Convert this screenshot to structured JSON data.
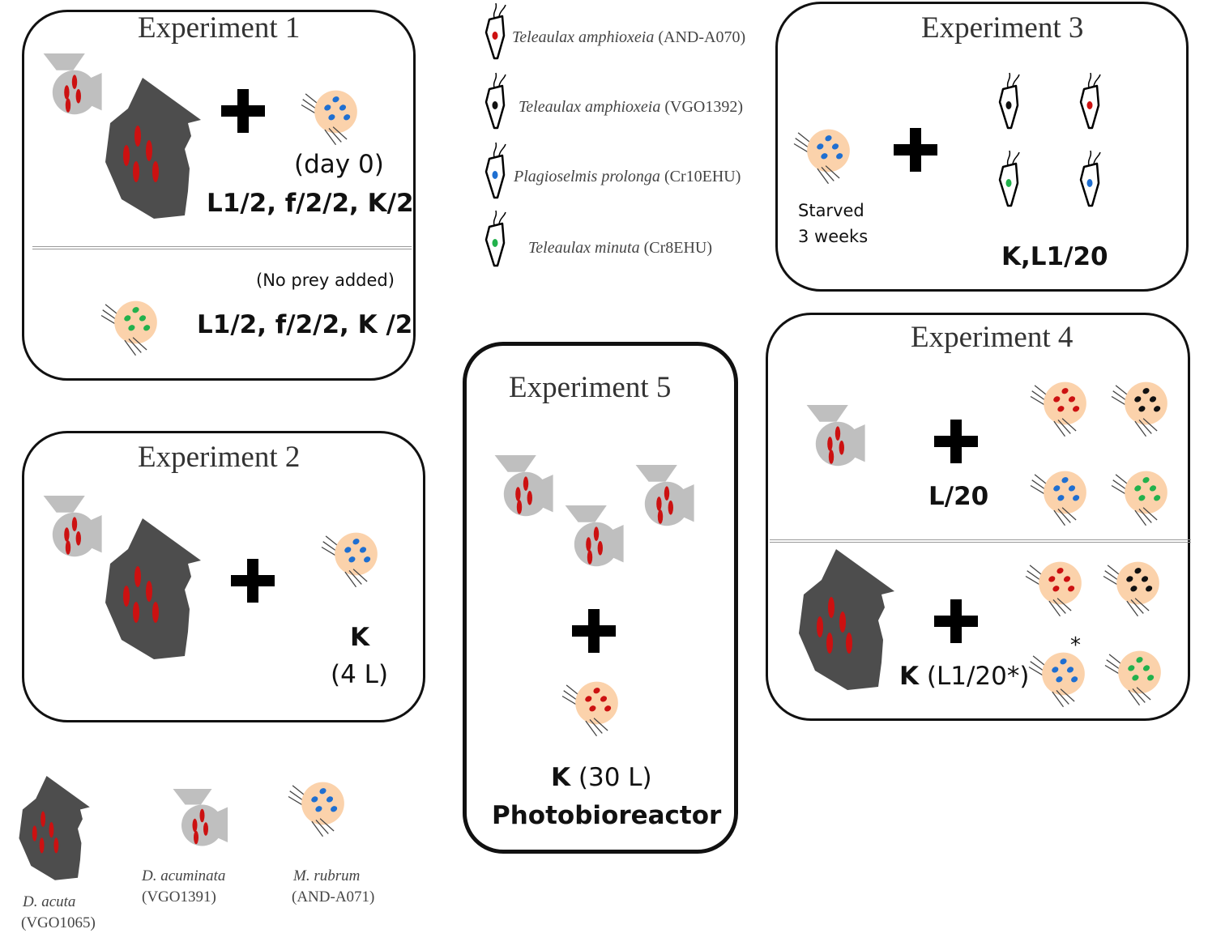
{
  "colors": {
    "d_acuta_body": "#4d4d4d",
    "d_acuminata_body": "#bfbfbf",
    "m_rubrum_body": "#fbd2ab",
    "plastid_red": "#cc1111",
    "plastid_blue": "#1f6fd1",
    "plastid_green": "#22b14c",
    "plastid_black": "#111111"
  },
  "cryptophyte_legend": [
    {
      "species": "Teleaulax amphioxeia",
      "strain": "(AND-A070)",
      "plastid_color": "red"
    },
    {
      "species": "Teleaulax amphioxeia",
      "strain": "(VGO1392)",
      "plastid_color": "black"
    },
    {
      "species": "Plagioselmis prolonga",
      "strain": "(Cr10EHU)",
      "plastid_color": "blue"
    },
    {
      "species": "Teleaulax minuta",
      "strain": "(Cr8EHU)",
      "plastid_color": "green"
    }
  ],
  "species_legend": [
    {
      "name": "D. acuta",
      "strain": "(VGO1065)",
      "icon": "d-acuta-icon"
    },
    {
      "name": "D. acuminata",
      "strain": "(VGO1391)",
      "icon": "d-acuminata-icon"
    },
    {
      "name": "M. rubrum",
      "strain": "(AND-A071)",
      "icon": "m-rubrum-icon"
    }
  ],
  "experiment1": {
    "title": "Experiment 1",
    "day_label": "(day 0)",
    "condition_top": "L1/2, f/2/2, K/2",
    "note": "(No prey added)",
    "condition_bottom": "L1/2, f/2/2, K /2"
  },
  "experiment2": {
    "title": "Experiment 2",
    "medium": "K",
    "volume": "(4 L)"
  },
  "experiment3": {
    "title": "Experiment 3",
    "starved_line1": "Starved",
    "starved_line2": "3 weeks",
    "condition": "K,L1/20"
  },
  "experiment4": {
    "title": "Experiment 4",
    "condition_top": "L/20",
    "medium_bottom": "K",
    "condition_bottom": "(L1/20*)",
    "asterisk": "*"
  },
  "experiment5": {
    "title": "Experiment 5",
    "medium": "K",
    "volume": "(30 L)",
    "device": "Photobioreactor"
  }
}
